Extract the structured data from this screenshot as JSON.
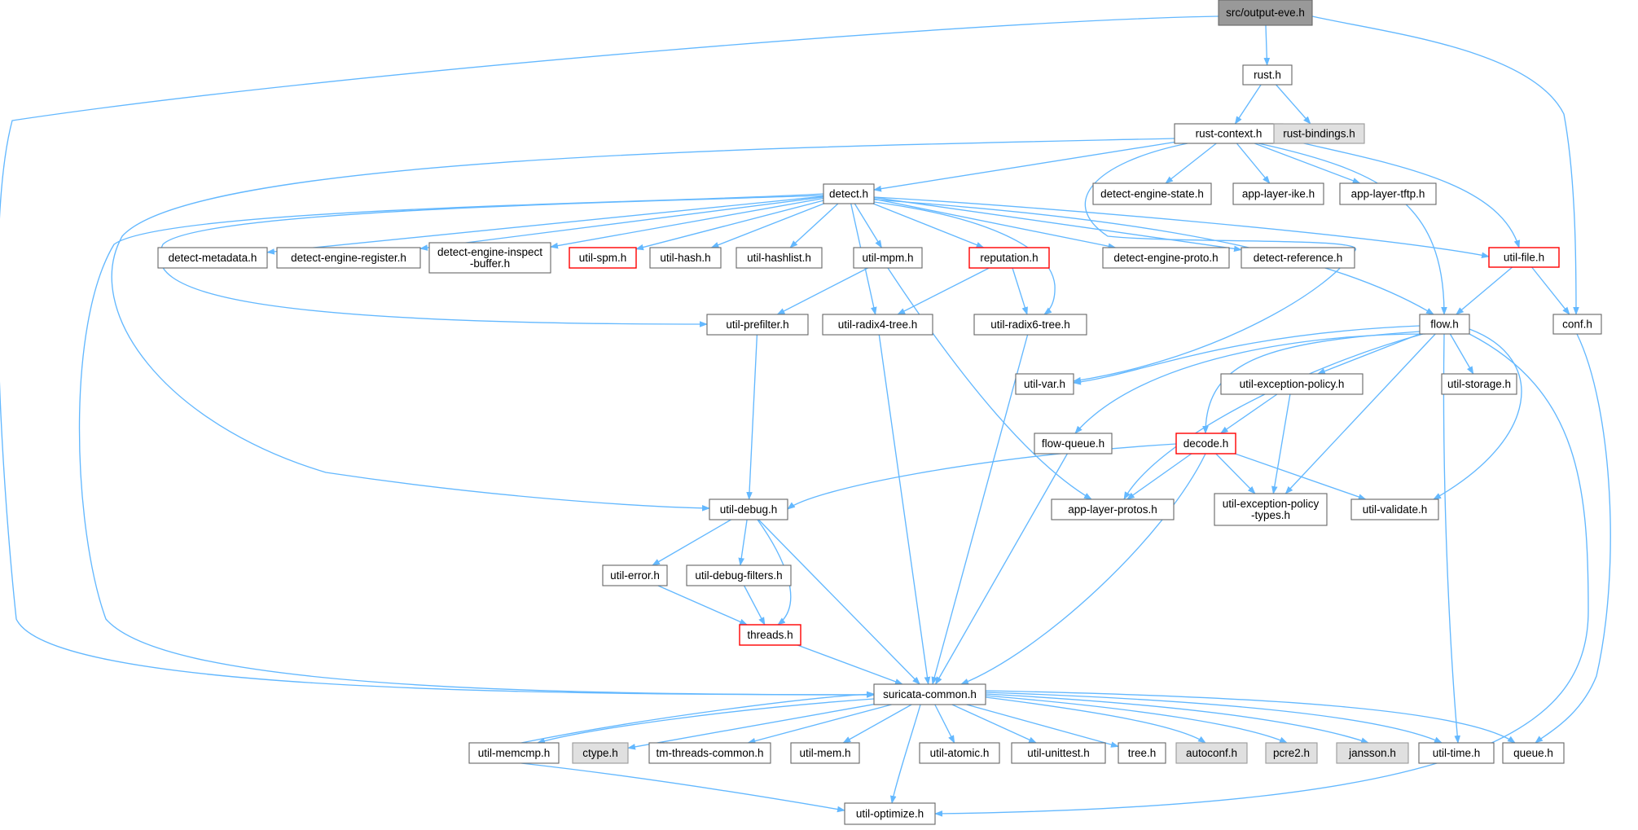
{
  "diagram": {
    "colors": {
      "edge": "#63b8ff",
      "node_stroke_default": "#666666",
      "node_stroke_truncated": "#ff0000",
      "node_fill_default": "#ffffff",
      "node_fill_external": "#e0e0e0",
      "node_fill_root": "#999999",
      "text": "#000000"
    },
    "nodes": [
      {
        "id": "output_eve",
        "lines": [
          "src/output-eve.h"
        ],
        "style": "root"
      },
      {
        "id": "rust",
        "lines": [
          "rust.h"
        ],
        "style": "normal"
      },
      {
        "id": "conf",
        "lines": [
          "conf.h"
        ],
        "style": "normal"
      },
      {
        "id": "rust_context",
        "lines": [
          "rust-context.h"
        ],
        "style": "normal"
      },
      {
        "id": "rust_bindings",
        "lines": [
          "rust-bindings.h"
        ],
        "style": "external"
      },
      {
        "id": "detect",
        "lines": [
          "detect.h"
        ],
        "style": "normal"
      },
      {
        "id": "detect_engine_state",
        "lines": [
          "detect-engine-state.h"
        ],
        "style": "normal"
      },
      {
        "id": "app_layer_ike",
        "lines": [
          "app-layer-ike.h"
        ],
        "style": "normal"
      },
      {
        "id": "app_layer_tftp",
        "lines": [
          "app-layer-tftp.h"
        ],
        "style": "normal"
      },
      {
        "id": "util_file",
        "lines": [
          "util-file.h"
        ],
        "style": "truncated"
      },
      {
        "id": "flow",
        "lines": [
          "flow.h"
        ],
        "style": "normal"
      },
      {
        "id": "detect_metadata",
        "lines": [
          "detect-metadata.h"
        ],
        "style": "normal"
      },
      {
        "id": "detect_engine_register",
        "lines": [
          "detect-engine-register.h"
        ],
        "style": "normal"
      },
      {
        "id": "detect_engine_inspect_buffer",
        "lines": [
          "detect-engine-inspect",
          "-buffer.h"
        ],
        "style": "normal"
      },
      {
        "id": "util_spm",
        "lines": [
          "util-spm.h"
        ],
        "style": "truncated"
      },
      {
        "id": "util_hash",
        "lines": [
          "util-hash.h"
        ],
        "style": "normal"
      },
      {
        "id": "util_hashlist",
        "lines": [
          "util-hashlist.h"
        ],
        "style": "normal"
      },
      {
        "id": "util_mpm",
        "lines": [
          "util-mpm.h"
        ],
        "style": "normal"
      },
      {
        "id": "reputation",
        "lines": [
          "reputation.h"
        ],
        "style": "truncated"
      },
      {
        "id": "detect_engine_proto",
        "lines": [
          "detect-engine-proto.h"
        ],
        "style": "normal"
      },
      {
        "id": "detect_reference",
        "lines": [
          "detect-reference.h"
        ],
        "style": "normal"
      },
      {
        "id": "util_prefilter",
        "lines": [
          "util-prefilter.h"
        ],
        "style": "normal"
      },
      {
        "id": "util_radix4_tree",
        "lines": [
          "util-radix4-tree.h"
        ],
        "style": "normal"
      },
      {
        "id": "util_radix6_tree",
        "lines": [
          "util-radix6-tree.h"
        ],
        "style": "normal"
      },
      {
        "id": "util_var",
        "lines": [
          "util-var.h"
        ],
        "style": "normal"
      },
      {
        "id": "util_exception_policy",
        "lines": [
          "util-exception-policy.h"
        ],
        "style": "normal"
      },
      {
        "id": "util_storage",
        "lines": [
          "util-storage.h"
        ],
        "style": "normal"
      },
      {
        "id": "flow_queue",
        "lines": [
          "flow-queue.h"
        ],
        "style": "normal"
      },
      {
        "id": "decode",
        "lines": [
          "decode.h"
        ],
        "style": "truncated"
      },
      {
        "id": "util_debug",
        "lines": [
          "util-debug.h"
        ],
        "style": "normal"
      },
      {
        "id": "app_layer_protos",
        "lines": [
          "app-layer-protos.h"
        ],
        "style": "normal"
      },
      {
        "id": "util_exception_policy_types",
        "lines": [
          "util-exception-policy",
          "-types.h"
        ],
        "style": "normal"
      },
      {
        "id": "util_validate",
        "lines": [
          "util-validate.h"
        ],
        "style": "normal"
      },
      {
        "id": "util_error",
        "lines": [
          "util-error.h"
        ],
        "style": "normal"
      },
      {
        "id": "util_debug_filters",
        "lines": [
          "util-debug-filters.h"
        ],
        "style": "normal"
      },
      {
        "id": "threads",
        "lines": [
          "threads.h"
        ],
        "style": "truncated"
      },
      {
        "id": "suricata_common",
        "lines": [
          "suricata-common.h"
        ],
        "style": "normal"
      },
      {
        "id": "util_memcmp",
        "lines": [
          "util-memcmp.h"
        ],
        "style": "normal"
      },
      {
        "id": "ctype",
        "lines": [
          "ctype.h"
        ],
        "style": "external"
      },
      {
        "id": "tm_threads_common",
        "lines": [
          "tm-threads-common.h"
        ],
        "style": "normal"
      },
      {
        "id": "util_mem",
        "lines": [
          "util-mem.h"
        ],
        "style": "normal"
      },
      {
        "id": "util_atomic",
        "lines": [
          "util-atomic.h"
        ],
        "style": "normal"
      },
      {
        "id": "util_unittest",
        "lines": [
          "util-unittest.h"
        ],
        "style": "normal"
      },
      {
        "id": "tree",
        "lines": [
          "tree.h"
        ],
        "style": "normal"
      },
      {
        "id": "autoconf",
        "lines": [
          "autoconf.h"
        ],
        "style": "external"
      },
      {
        "id": "pcre2",
        "lines": [
          "pcre2.h"
        ],
        "style": "external"
      },
      {
        "id": "jansson",
        "lines": [
          "jansson.h"
        ],
        "style": "external"
      },
      {
        "id": "util_time",
        "lines": [
          "util-time.h"
        ],
        "style": "normal"
      },
      {
        "id": "queue",
        "lines": [
          "queue.h"
        ],
        "style": "normal"
      },
      {
        "id": "util_optimize",
        "lines": [
          "util-optimize.h"
        ],
        "style": "normal"
      }
    ],
    "edges": [
      {
        "from": "output_eve",
        "to": "rust"
      },
      {
        "from": "output_eve",
        "to": "conf"
      },
      {
        "from": "output_eve",
        "to": "suricata_common"
      },
      {
        "from": "rust",
        "to": "rust_context"
      },
      {
        "from": "rust",
        "to": "rust_bindings"
      },
      {
        "from": "rust_context",
        "to": "detect"
      },
      {
        "from": "rust_context",
        "to": "detect_engine_state"
      },
      {
        "from": "rust_context",
        "to": "app_layer_ike"
      },
      {
        "from": "rust_context",
        "to": "app_layer_tftp"
      },
      {
        "from": "rust_context",
        "to": "util_file"
      },
      {
        "from": "rust_context",
        "to": "flow"
      },
      {
        "from": "rust_context",
        "to": "util_var"
      },
      {
        "from": "rust_context",
        "to": "util_debug"
      },
      {
        "from": "detect",
        "to": "detect_metadata"
      },
      {
        "from": "detect",
        "to": "detect_engine_register"
      },
      {
        "from": "detect",
        "to": "detect_engine_inspect_buffer"
      },
      {
        "from": "detect",
        "to": "util_spm"
      },
      {
        "from": "detect",
        "to": "util_hash"
      },
      {
        "from": "detect",
        "to": "util_hashlist"
      },
      {
        "from": "detect",
        "to": "util_mpm"
      },
      {
        "from": "detect",
        "to": "reputation"
      },
      {
        "from": "detect",
        "to": "detect_engine_proto"
      },
      {
        "from": "detect",
        "to": "detect_reference"
      },
      {
        "from": "detect",
        "to": "util_file"
      },
      {
        "from": "detect",
        "to": "flow"
      },
      {
        "from": "detect",
        "to": "util_prefilter"
      },
      {
        "from": "detect",
        "to": "util_radix4_tree"
      },
      {
        "from": "detect",
        "to": "util_radix6_tree"
      },
      {
        "from": "detect",
        "to": "suricata_common"
      },
      {
        "from": "util_file",
        "to": "flow"
      },
      {
        "from": "util_file",
        "to": "conf"
      },
      {
        "from": "util_mpm",
        "to": "util_prefilter"
      },
      {
        "from": "util_mpm",
        "to": "app_layer_protos"
      },
      {
        "from": "reputation",
        "to": "util_radix4_tree"
      },
      {
        "from": "reputation",
        "to": "util_radix6_tree"
      },
      {
        "from": "flow",
        "to": "util_var"
      },
      {
        "from": "flow",
        "to": "util_exception_policy"
      },
      {
        "from": "flow",
        "to": "util_storage"
      },
      {
        "from": "flow",
        "to": "flow_queue"
      },
      {
        "from": "flow",
        "to": "decode"
      },
      {
        "from": "flow",
        "to": "app_layer_protos"
      },
      {
        "from": "flow",
        "to": "util_exception_policy_types"
      },
      {
        "from": "flow",
        "to": "util_validate"
      },
      {
        "from": "flow",
        "to": "util_time"
      },
      {
        "from": "flow",
        "to": "util_optimize"
      },
      {
        "from": "util_exception_policy",
        "to": "decode"
      },
      {
        "from": "util_exception_policy",
        "to": "util_exception_policy_types"
      },
      {
        "from": "decode",
        "to": "util_debug"
      },
      {
        "from": "decode",
        "to": "app_layer_protos"
      },
      {
        "from": "decode",
        "to": "util_exception_policy_types"
      },
      {
        "from": "decode",
        "to": "util_validate"
      },
      {
        "from": "decode",
        "to": "suricata_common"
      },
      {
        "from": "util_prefilter",
        "to": "util_debug"
      },
      {
        "from": "util_radix4_tree",
        "to": "suricata_common"
      },
      {
        "from": "util_radix6_tree",
        "to": "suricata_common"
      },
      {
        "from": "flow_queue",
        "to": "suricata_common"
      },
      {
        "from": "util_debug",
        "to": "util_error"
      },
      {
        "from": "util_debug",
        "to": "util_debug_filters"
      },
      {
        "from": "util_debug",
        "to": "threads"
      },
      {
        "from": "util_debug",
        "to": "suricata_common"
      },
      {
        "from": "util_error",
        "to": "threads"
      },
      {
        "from": "util_debug_filters",
        "to": "threads"
      },
      {
        "from": "threads",
        "to": "suricata_common"
      },
      {
        "from": "conf",
        "to": "queue"
      },
      {
        "from": "suricata_common",
        "to": "util_memcmp"
      },
      {
        "from": "suricata_common",
        "to": "ctype"
      },
      {
        "from": "suricata_common",
        "to": "tm_threads_common"
      },
      {
        "from": "suricata_common",
        "to": "util_mem"
      },
      {
        "from": "suricata_common",
        "to": "util_atomic"
      },
      {
        "from": "suricata_common",
        "to": "util_unittest"
      },
      {
        "from": "suricata_common",
        "to": "tree"
      },
      {
        "from": "suricata_common",
        "to": "autoconf"
      },
      {
        "from": "suricata_common",
        "to": "pcre2"
      },
      {
        "from": "suricata_common",
        "to": "jansson"
      },
      {
        "from": "suricata_common",
        "to": "util_time"
      },
      {
        "from": "suricata_common",
        "to": "queue"
      },
      {
        "from": "suricata_common",
        "to": "util_optimize"
      },
      {
        "from": "util_memcmp",
        "to": "suricata_common"
      },
      {
        "from": "util_memcmp",
        "to": "util_optimize"
      }
    ]
  }
}
